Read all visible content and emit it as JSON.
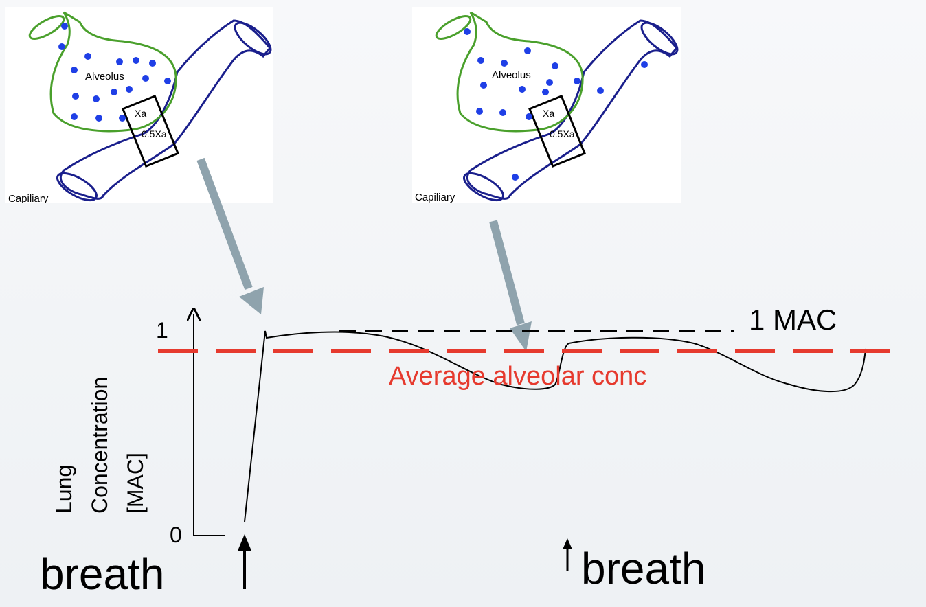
{
  "diagram": {
    "left_panel": {
      "alveolus_label": "Alveolus",
      "capillary_label": "Capiliary",
      "membrane_top": "Xa",
      "membrane_bottom": "0.5Xa"
    },
    "right_panel": {
      "alveolus_label": "Alveolus",
      "capillary_label": "Capiliary",
      "membrane_top": "Xa",
      "membrane_bottom": "0.5Xa"
    },
    "graph": {
      "y_axis_label_lines": [
        "Lung",
        "Concentration",
        "[MAC]"
      ],
      "y_tick_top": "1",
      "y_tick_bottom": "0",
      "mac_label": "1 MAC",
      "average_label": "Average alveolar conc",
      "breath_left": "breath",
      "breath_right": "breath"
    },
    "colors": {
      "alveolus": "#4aa02c",
      "capillary": "#1a1f8c",
      "molecule": "#1f3fe6",
      "arrow": "#8fa3ad",
      "average_line": "#e63a2e",
      "mac_line": "#000000"
    }
  }
}
